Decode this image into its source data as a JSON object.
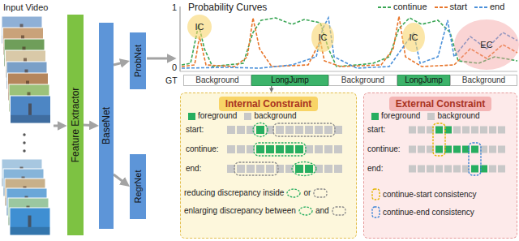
{
  "diagram": {
    "nodes": [
      {
        "text": [
          "Feature Extractor"
        ]
      },
      {
        "text": [
          "BaseNet"
        ]
      },
      {
        "text": [
          "ProbNet"
        ]
      },
      {
        "text": [
          "RegrNet"
        ]
      },
      {
        "text": [
          "IC"
        ]
      },
      {
        "text": [
          "IC"
        ]
      },
      {
        "text": [
          "IC"
        ]
      },
      {
        "text": [
          "EC"
        ]
      },
      {
        "text": [
          "Background"
        ]
      },
      {
        "text": [
          "LongJump"
        ]
      },
      {
        "text": [
          "Background"
        ]
      },
      {
        "text": [
          "LongJump"
        ]
      },
      {
        "text": [
          "Background"
        ]
      },
      {
        "text": [
          "Internal Constraint"
        ]
      },
      {
        "text": [
          "External Constraint"
        ]
      }
    ],
    "edges": [
      {
        "from": 0,
        "to": 1,
        "arrow": "to"
      },
      {
        "from": 1,
        "to": 2,
        "arrow": "to"
      },
      {
        "from": 1,
        "to": 3,
        "arrow": "to"
      },
      {
        "from": 9,
        "to": 13,
        "arrow": "to"
      }
    ],
    "labels": [
      "Input Video",
      "Probability Curves",
      "1",
      "0",
      "GT",
      "start:",
      "continue:",
      "end:",
      "reducing discrepancy inside",
      "or",
      "enlarging discrepancy between",
      "and",
      "start:",
      "continue:",
      "end:",
      "continue-start consistency",
      "continue-end consistency"
    ],
    "legend": [
      {
        "text": "continue"
      },
      {
        "text": "start"
      },
      {
        "text": "end"
      },
      {
        "text": "foreground",
        "color": "#27ae60"
      },
      {
        "text": "background",
        "color": "#c8c8c8"
      },
      {
        "text": "foreground",
        "color": "#27ae60"
      },
      {
        "text": "background",
        "color": "#c8c8c8"
      }
    ]
  }
}
